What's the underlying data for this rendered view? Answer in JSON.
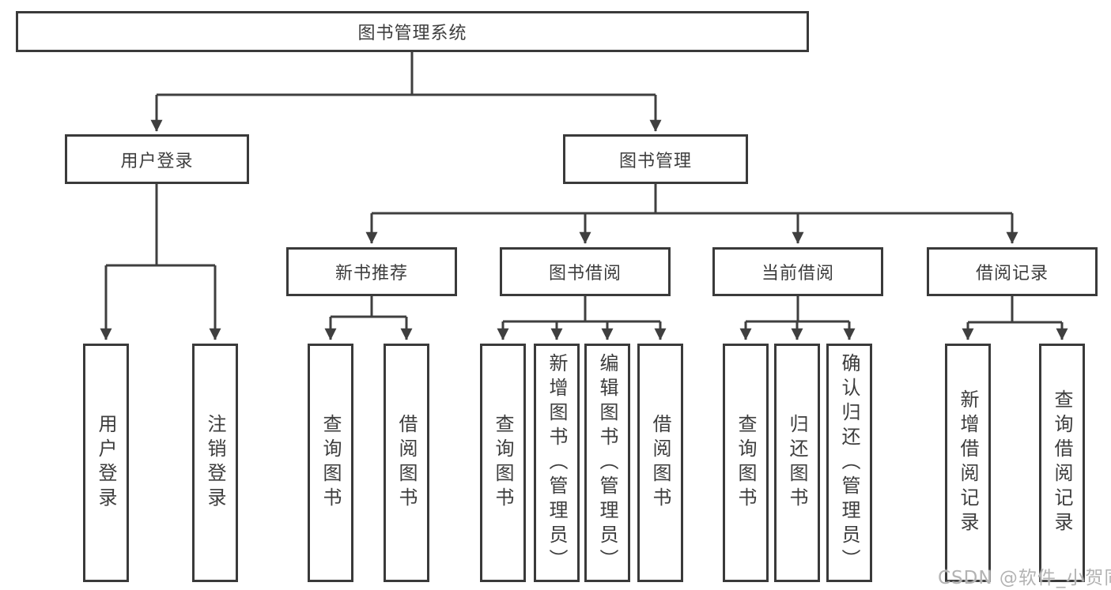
{
  "diagram": {
    "type": "tree",
    "colors": {
      "line": "#3f3f3f",
      "box_border": "#3a3a3a",
      "text": "#3d3d3d",
      "background": "#ffffff",
      "watermark_text_color": "#b3b3b3"
    },
    "root": {
      "label": "图书管理系统"
    },
    "level2": [
      {
        "id": "user-login",
        "label": "用户登录"
      },
      {
        "id": "book-management",
        "label": "图书管理"
      }
    ],
    "level3": [
      {
        "id": "new-book-recommend",
        "label": "新书推荐",
        "parent": "book-management"
      },
      {
        "id": "book-borrow",
        "label": "图书借阅",
        "parent": "book-management"
      },
      {
        "id": "current-borrow",
        "label": "当前借阅",
        "parent": "book-management"
      },
      {
        "id": "borrow-records",
        "label": "借阅记录",
        "parent": "book-management"
      }
    ],
    "level4": [
      {
        "id": "leaf-user-login",
        "label": "用户登录",
        "parent": "user-login"
      },
      {
        "id": "leaf-logout",
        "label": "注销登录",
        "parent": "user-login"
      },
      {
        "id": "leaf-query-books-1",
        "label": "查询图书",
        "parent": "new-book-recommend"
      },
      {
        "id": "leaf-borrow-books-1",
        "label": "借阅图书",
        "parent": "new-book-recommend"
      },
      {
        "id": "leaf-query-books-2",
        "label": "查询图书",
        "parent": "book-borrow"
      },
      {
        "id": "leaf-add-books-admin",
        "label": "新增图书（管理员）",
        "parent": "book-borrow"
      },
      {
        "id": "leaf-edit-books-admin",
        "label": "编辑图书（管理员）",
        "parent": "book-borrow"
      },
      {
        "id": "leaf-borrow-books-2",
        "label": "借阅图书",
        "parent": "book-borrow"
      },
      {
        "id": "leaf-query-books-3",
        "label": "查询图书",
        "parent": "current-borrow"
      },
      {
        "id": "leaf-return-books",
        "label": "归还图书",
        "parent": "current-borrow"
      },
      {
        "id": "leaf-confirm-return-admin",
        "label": "确认归还（管理员）",
        "parent": "current-borrow"
      },
      {
        "id": "leaf-add-borrow-record",
        "label": "新增借阅记录",
        "parent": "borrow-records"
      },
      {
        "id": "leaf-query-borrow-record",
        "label": "查询借阅记录",
        "parent": "borrow-records"
      }
    ]
  },
  "watermark": {
    "text": "CSDN @软件_小贺同学"
  }
}
